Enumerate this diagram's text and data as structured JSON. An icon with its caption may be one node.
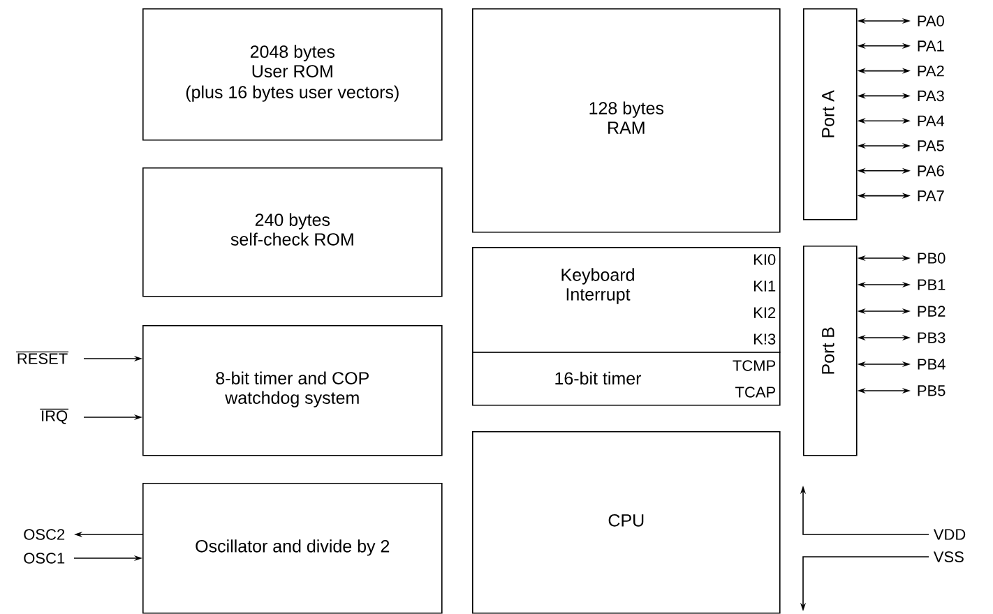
{
  "diagram": {
    "nodes": [
      {
        "text": [
          "2048 bytes User ROM",
          "(plus 16 bytes user vectors)"
        ]
      },
      {
        "text": [
          "240 bytes self-check ROM"
        ]
      },
      {
        "text": [
          "8-bit timer and COP watchdog system"
        ]
      },
      {
        "text": [
          "Oscillator and divide by 2"
        ]
      },
      {
        "text": [
          "128 bytes RAM"
        ]
      },
      {
        "text": [
          "Keyboard Interrupt",
          "KI0",
          "KI1",
          "KI2",
          "K!3"
        ]
      },
      {
        "text": [
          "16-bit timer",
          "TCMP",
          "TCAP"
        ]
      },
      {
        "text": [
          "CPU"
        ]
      },
      {
        "text": [
          "Port A"
        ]
      },
      {
        "text": [
          "Port B"
        ]
      },
      {
        "text": [
          "RESET"
        ]
      },
      {
        "text": [
          "IRQ"
        ]
      },
      {
        "text": [
          "OSC2"
        ]
      },
      {
        "text": [
          "OSC1"
        ]
      },
      {
        "text": [
          "PA0"
        ]
      },
      {
        "text": [
          "PA1"
        ]
      },
      {
        "text": [
          "PA2"
        ]
      },
      {
        "text": [
          "PA3"
        ]
      },
      {
        "text": [
          "PA4"
        ]
      },
      {
        "text": [
          "PA5"
        ]
      },
      {
        "text": [
          "PA6"
        ]
      },
      {
        "text": [
          "PA7"
        ]
      },
      {
        "text": [
          "PB0"
        ]
      },
      {
        "text": [
          "PB1"
        ]
      },
      {
        "text": [
          "PB2"
        ]
      },
      {
        "text": [
          "PB3"
        ]
      },
      {
        "text": [
          "PB4"
        ]
      },
      {
        "text": [
          "PB5"
        ]
      },
      {
        "text": [
          "VDD"
        ]
      },
      {
        "text": [
          "VSS"
        ]
      }
    ],
    "edges": [
      {
        "from": 10,
        "to": 2,
        "arrow": "to"
      },
      {
        "from": 11,
        "to": 2,
        "arrow": "to"
      },
      {
        "from": 3,
        "to": 12,
        "arrow": "to"
      },
      {
        "from": 13,
        "to": 3,
        "arrow": "to"
      },
      {
        "from": 8,
        "to": 14,
        "arrow": "both"
      },
      {
        "from": 8,
        "to": 15,
        "arrow": "both"
      },
      {
        "from": 8,
        "to": 16,
        "arrow": "both"
      },
      {
        "from": 8,
        "to": 17,
        "arrow": "both"
      },
      {
        "from": 8,
        "to": 18,
        "arrow": "both"
      },
      {
        "from": 8,
        "to": 19,
        "arrow": "both"
      },
      {
        "from": 8,
        "to": 20,
        "arrow": "both"
      },
      {
        "from": 8,
        "to": 21,
        "arrow": "both"
      },
      {
        "from": 9,
        "to": 22,
        "arrow": "both"
      },
      {
        "from": 9,
        "to": 23,
        "arrow": "both"
      },
      {
        "from": 9,
        "to": 24,
        "arrow": "both"
      },
      {
        "from": 9,
        "to": 25,
        "arrow": "both"
      },
      {
        "from": 9,
        "to": 26,
        "arrow": "both"
      },
      {
        "from": 9,
        "to": 27,
        "arrow": "both"
      },
      {
        "from": 28,
        "to": null,
        "arrow": "to"
      },
      {
        "from": 29,
        "to": null,
        "arrow": "to"
      }
    ]
  }
}
